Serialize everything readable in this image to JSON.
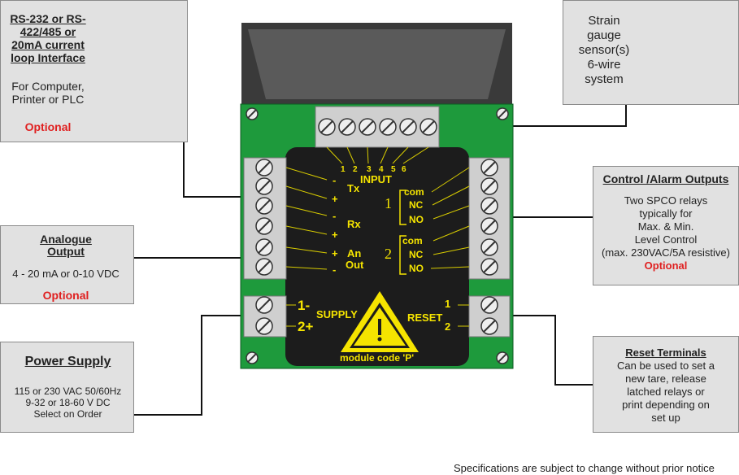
{
  "interface_box": {
    "title": "RS-232 or RS-422/485 or 20mA current loop Interface",
    "desc_line1": "For Computer,",
    "desc_line2": "Printer or PLC",
    "optional": "Optional",
    "icons": [
      "computer-icon",
      "printer-icon"
    ]
  },
  "strain_box": {
    "line1": "Strain",
    "line2": "gauge",
    "line3": "sensor(s)",
    "line4": "6-wire",
    "line5": "system",
    "icon": "strain-gauge-bridge-icon"
  },
  "analogue_box": {
    "title_line1": "Analogue",
    "title_line2": "Output",
    "desc": "4 - 20 mA or 0-10 VDC",
    "optional": "Optional"
  },
  "control_box": {
    "title": "Control /Alarm Outputs",
    "line1": "Two SPCO relays",
    "line2": "typically for",
    "line3": "Max. & Min.",
    "line4": "Level Control",
    "line5": "(max. 230VAC/5A resistive)",
    "optional": "Optional"
  },
  "power_box": {
    "title": "Power Supply",
    "line1": "115 or 230 VAC 50/60Hz",
    "line2": "9-32 or 18-60 V DC",
    "line3": "Select on Order"
  },
  "reset_box": {
    "title": "Reset Terminals",
    "line1": "Can be used to set a",
    "line2": "new tare, release",
    "line3": "latched relays or",
    "line4": "print depending on",
    "line5": "set up"
  },
  "panel": {
    "input_numbers": [
      "1",
      "2",
      "3",
      "4",
      "5",
      "6"
    ],
    "input_label": "INPUT",
    "left_signs": [
      "-",
      "+",
      "-",
      "+",
      "+",
      "-"
    ],
    "tx": "Tx",
    "rx": "Rx",
    "an": "An",
    "out": "Out",
    "relay1": {
      "num": "1",
      "com": "com",
      "nc": "NC",
      "no": "NO"
    },
    "relay2": {
      "num": "2",
      "com": "com",
      "nc": "NC",
      "no": "NO"
    },
    "supply_label": "SUPPLY",
    "supply_t1": "1-",
    "supply_t2": "2+",
    "reset_label": "RESET",
    "reset_t1": "1",
    "reset_t2": "2",
    "module_code": "module code 'P'",
    "warning_icon": "warning-triangle-icon"
  },
  "footer": "Specifications are subject to change without prior notice",
  "colors": {
    "board": "#1e9a3c",
    "panel": "#1c1c1c",
    "label": "#f5e400",
    "optional": "#e02020",
    "box": "#e1e1e1"
  }
}
